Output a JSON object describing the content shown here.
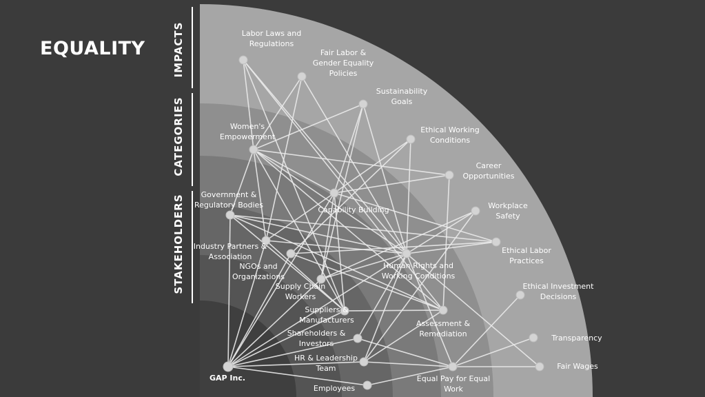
{
  "title": "EQUALITY",
  "bands": {
    "impacts": "IMPACTS",
    "categories": "CATEGORIES",
    "stakeholders": "STAKEHOLDERS"
  },
  "nodes": [
    {
      "id": "labor-laws",
      "lines": [
        "Labor Laws and",
        "Regulations"
      ]
    },
    {
      "id": "fair-labor",
      "lines": [
        "Fair Labor &",
        "Gender Equality",
        "Policies"
      ]
    },
    {
      "id": "sustainability",
      "lines": [
        "Sustainability",
        "Goals"
      ]
    },
    {
      "id": "ethical-working",
      "lines": [
        "Ethical Working",
        "Conditions"
      ]
    },
    {
      "id": "career",
      "lines": [
        "Career",
        "Opportunities"
      ]
    },
    {
      "id": "workplace-safety",
      "lines": [
        "Workplace",
        "Safety"
      ]
    },
    {
      "id": "ethical-labor",
      "lines": [
        "Ethical Labor",
        "Practices"
      ]
    },
    {
      "id": "ethical-investment",
      "lines": [
        "Ethical Investment",
        "Decisions"
      ]
    },
    {
      "id": "transparency",
      "lines": [
        "Transparency"
      ]
    },
    {
      "id": "fair-wages",
      "lines": [
        "Fair Wages"
      ]
    },
    {
      "id": "womens-empowerment",
      "lines": [
        "Women's",
        "Empowerment"
      ]
    },
    {
      "id": "capability",
      "lines": [
        "Capability Building"
      ]
    },
    {
      "id": "human-rights",
      "lines": [
        "Human Rights and",
        "Working Conditions"
      ]
    },
    {
      "id": "assessment",
      "lines": [
        "Assessment &",
        "Remediation"
      ]
    },
    {
      "id": "equal-pay",
      "lines": [
        "Equal Pay for Equal",
        "Work"
      ]
    },
    {
      "id": "government",
      "lines": [
        "Government &",
        "Regulatory Bodies"
      ]
    },
    {
      "id": "industry",
      "lines": [
        "Industry Partners &",
        "Association"
      ]
    },
    {
      "id": "ngos",
      "lines": [
        "NGOs and",
        "Organizations"
      ]
    },
    {
      "id": "supply-chain",
      "lines": [
        "Supply Chain",
        "Workers"
      ]
    },
    {
      "id": "suppliers",
      "lines": [
        "Suppliers &",
        "Manufacturers"
      ]
    },
    {
      "id": "shareholders",
      "lines": [
        "Shareholders &",
        "Investors"
      ]
    },
    {
      "id": "hr",
      "lines": [
        "HR & Leadership",
        "Team"
      ]
    },
    {
      "id": "employees",
      "lines": [
        "Employees"
      ]
    },
    {
      "id": "gap",
      "lines": [
        "GAP Inc."
      ]
    }
  ],
  "edges": [
    [
      "labor-laws",
      "womens-empowerment"
    ],
    [
      "labor-laws",
      "human-rights"
    ],
    [
      "labor-laws",
      "assessment"
    ],
    [
      "labor-laws",
      "suppliers"
    ],
    [
      "fair-labor",
      "womens-empowerment"
    ],
    [
      "fair-labor",
      "human-rights"
    ],
    [
      "fair-labor",
      "industry"
    ],
    [
      "sustainability",
      "capability"
    ],
    [
      "sustainability",
      "human-rights"
    ],
    [
      "sustainability",
      "womens-empowerment"
    ],
    [
      "sustainability",
      "supply-chain"
    ],
    [
      "ethical-working",
      "capability"
    ],
    [
      "ethical-working",
      "human-rights"
    ],
    [
      "ethical-working",
      "ngos"
    ],
    [
      "career",
      "womens-empowerment"
    ],
    [
      "career",
      "capability"
    ],
    [
      "career",
      "assessment"
    ],
    [
      "workplace-safety",
      "human-rights"
    ],
    [
      "workplace-safety",
      "supply-chain"
    ],
    [
      "workplace-safety",
      "hr"
    ],
    [
      "ethical-labor",
      "capability"
    ],
    [
      "ethical-labor",
      "government"
    ],
    [
      "ethical-labor",
      "human-rights"
    ],
    [
      "ethical-labor",
      "ngos"
    ],
    [
      "ethical-investment",
      "equal-pay"
    ],
    [
      "transparency",
      "equal-pay"
    ],
    [
      "fair-wages",
      "human-rights"
    ],
    [
      "fair-wages",
      "equal-pay"
    ],
    [
      "womens-empowerment",
      "government"
    ],
    [
      "womens-empowerment",
      "industry"
    ],
    [
      "womens-empowerment",
      "assessment"
    ],
    [
      "womens-empowerment",
      "suppliers"
    ],
    [
      "womens-empowerment",
      "human-rights"
    ],
    [
      "womens-empowerment",
      "capability"
    ],
    [
      "capability",
      "industry"
    ],
    [
      "capability",
      "supply-chain"
    ],
    [
      "capability",
      "gap"
    ],
    [
      "capability",
      "suppliers"
    ],
    [
      "human-rights",
      "government"
    ],
    [
      "human-rights",
      "industry"
    ],
    [
      "human-rights",
      "shareholders"
    ],
    [
      "human-rights",
      "supply-chain"
    ],
    [
      "human-rights",
      "equal-pay"
    ],
    [
      "human-rights",
      "hr"
    ],
    [
      "human-rights",
      "gap"
    ],
    [
      "assessment",
      "government"
    ],
    [
      "assessment",
      "ngos"
    ],
    [
      "assessment",
      "suppliers"
    ],
    [
      "assessment",
      "hr"
    ],
    [
      "government",
      "gap"
    ],
    [
      "industry",
      "gap"
    ],
    [
      "ngos",
      "gap"
    ],
    [
      "supply-chain",
      "gap"
    ],
    [
      "suppliers",
      "gap"
    ],
    [
      "shareholders",
      "gap"
    ],
    [
      "hr",
      "gap"
    ],
    [
      "employees",
      "gap"
    ],
    [
      "shareholders",
      "equal-pay"
    ],
    [
      "hr",
      "equal-pay"
    ],
    [
      "employees",
      "equal-pay"
    ],
    [
      "government",
      "suppliers"
    ],
    [
      "industry",
      "suppliers"
    ]
  ]
}
